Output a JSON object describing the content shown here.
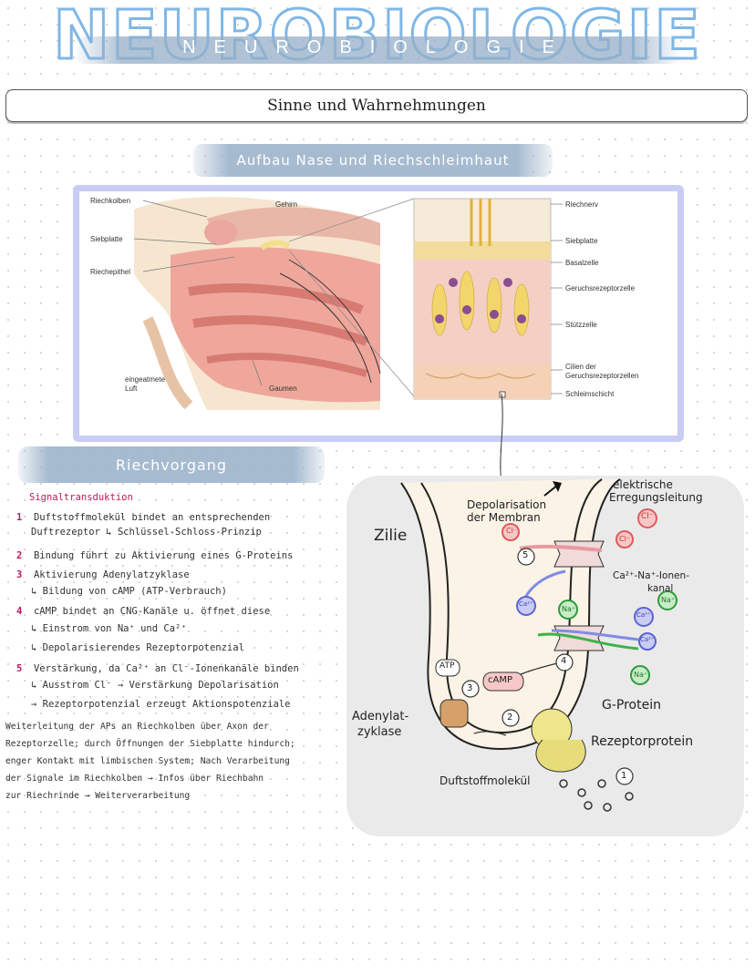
{
  "header": {
    "title_outline": "NEUROBIOLOGIE",
    "title_brush": "NEUROBIOLOGIE",
    "subtitle": "Sinne und Wahrnehmungen"
  },
  "section_aufbau": {
    "heading": "Aufbau Nase und Riechschleimhaut",
    "figure_labels": {
      "riechkolben": "Riechkolben",
      "gehirn": "Gehirn",
      "siebplatte_left": "Siebplatte",
      "riechepithel": "Riechepithel",
      "eingeatmete": "eingeatmete",
      "luft": "Luft",
      "gaumen": "Gaumen",
      "riechnerv": "Riechnerv",
      "siebplatte_right": "Siebplatte",
      "basalzelle": "Basalzelle",
      "geruchsrezeptorzelle": "Geruchsrezeptorzelle",
      "stuetzzelle": "Stützzelle",
      "cilien_1": "Cilien der",
      "cilien_2": "Geruchsrezeptorzellen",
      "schleimschicht": "Schleimschicht"
    }
  },
  "section_riech": {
    "heading": "Riechvorgang",
    "signal_title": "Signaltransduktion",
    "steps": [
      {
        "num": "1",
        "text": "Duftstoffmolekül bindet an entsprechenden"
      },
      {
        "num": "",
        "text": "Duftrezeptor    ↳ Schlüssel-Schloss-Prinzip"
      },
      {
        "num": "2",
        "text": "Bindung führt zu Aktivierung eines G-Proteins"
      },
      {
        "num": "3",
        "text": "Aktivierung Adenylatzyklase"
      },
      {
        "num": "",
        "text": "↳ Bildung von cAMP (ATP-Verbrauch)"
      },
      {
        "num": "4",
        "text": "cAMP bindet an CNG-Kanäle u. öffnet diese"
      },
      {
        "num": "",
        "text": "↳ Einstrom von Na⁺ und Ca²⁺"
      },
      {
        "num": "",
        "text": "↳ Depolarisierendes Rezeptorpotenzial"
      },
      {
        "num": "5",
        "text": "Verstärkung, da Ca²⁺ an Cl⁻-Ionenkanäle binden"
      },
      {
        "num": "",
        "text": "↳ Ausstrom Cl⁻ → Verstärkung Depolarisation"
      },
      {
        "num": "",
        "text": "→ Rezeptorpotenzial erzeugt Aktionspotenziale"
      }
    ],
    "paragraph": [
      "Weiterleitung der APs an Riechkolben über Axon der",
      "Rezeptorzelle; durch Öffnungen der Siebplatte hindurch;",
      "enger Kontakt mit limbischen System; Nach Verarbeitung",
      "der Signale im Riechkolben → Infos über Riechbahn",
      "zur Riechrinde → Weiterverarbeitung"
    ]
  },
  "diagram": {
    "zilie": "Zilie",
    "depol_1": "Depolarisation",
    "depol_2": "der Membran",
    "elektr_1": "elektrische",
    "elektr_2": "Erregungsleitung",
    "ca_na_1": "Ca²⁺-Na⁺-Ionen-",
    "ca_na_2": "kanal",
    "adenylat_1": "Adenylat-",
    "adenylat_2": "zyklase",
    "g_protein": "G-Protein",
    "rezeptor": "Rezeptorprotein",
    "duftstoff": "Duftstoffmolekül",
    "atp": "ATP",
    "camp": "cAMP",
    "cl": "Cl⁻",
    "ca": "Ca²⁺",
    "na": "Na⁺",
    "n1": "1",
    "n2": "2",
    "n3": "3",
    "n4": "4",
    "n5": "5"
  }
}
